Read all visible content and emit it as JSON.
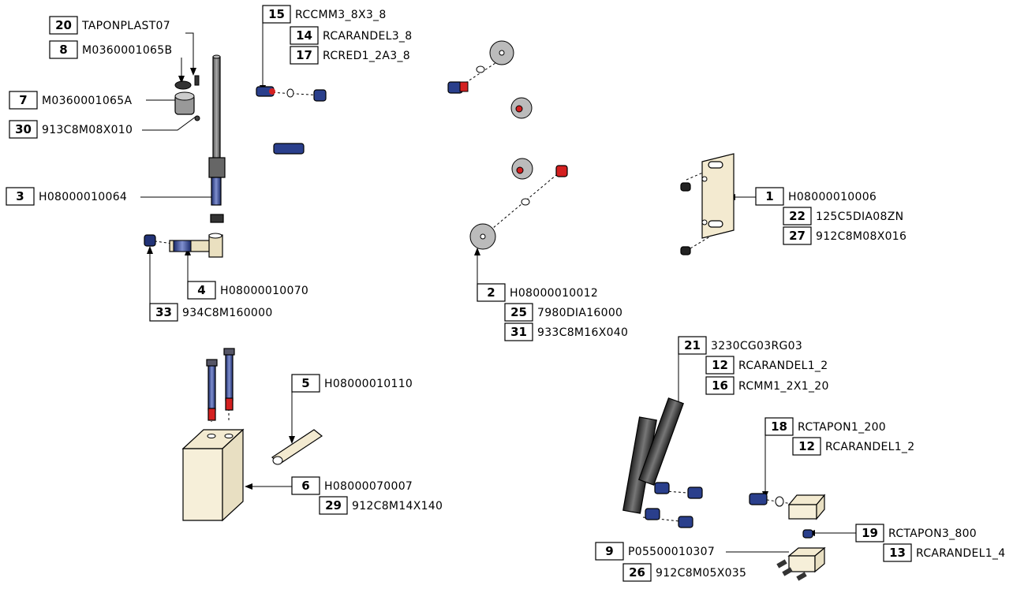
{
  "callouts": [
    {
      "id": "c20",
      "num": "20",
      "code": "TAPONPLAST07"
    },
    {
      "id": "c8",
      "num": "8",
      "code": "M0360001065B"
    },
    {
      "id": "c7",
      "num": "7",
      "code": "M0360001065A"
    },
    {
      "id": "c30",
      "num": "30",
      "code": "913C8M08X010"
    },
    {
      "id": "c3",
      "num": "3",
      "code": "H08000010064"
    },
    {
      "id": "c4",
      "num": "4",
      "code": "H08000010070"
    },
    {
      "id": "c33",
      "num": "33",
      "code": "934C8M160000"
    },
    {
      "id": "c15",
      "num": "15",
      "code": "RCCMM3_8X3_8"
    },
    {
      "id": "c14",
      "num": "14",
      "code": "RCARANDEL3_8"
    },
    {
      "id": "c17",
      "num": "17",
      "code": "RCRED1_2A3_8"
    },
    {
      "id": "c2",
      "num": "2",
      "code": "H08000010012"
    },
    {
      "id": "c25",
      "num": "25",
      "code": "7980DIA16000"
    },
    {
      "id": "c31",
      "num": "31",
      "code": "933C8M16X040"
    },
    {
      "id": "c1",
      "num": "1",
      "code": "H08000010006"
    },
    {
      "id": "c22",
      "num": "22",
      "code": "125C5DIA08ZN"
    },
    {
      "id": "c27",
      "num": "27",
      "code": "912C8M08X016"
    },
    {
      "id": "c5",
      "num": "5",
      "code": "H08000010110"
    },
    {
      "id": "c6",
      "num": "6",
      "code": "H08000070007"
    },
    {
      "id": "c29",
      "num": "29",
      "code": "912C8M14X140"
    },
    {
      "id": "c21",
      "num": "21",
      "code": "3230CG03RG03"
    },
    {
      "id": "c12a",
      "num": "12",
      "code": "RCARANDEL1_2"
    },
    {
      "id": "c16",
      "num": "16",
      "code": "RCMM1_2X1_20"
    },
    {
      "id": "c18",
      "num": "18",
      "code": "RCTAPON1_200"
    },
    {
      "id": "c12b",
      "num": "12",
      "code": "RCARANDEL1_2"
    },
    {
      "id": "c19",
      "num": "19",
      "code": "RCTAPON3_800"
    },
    {
      "id": "c13",
      "num": "13",
      "code": "RCARANDEL1_4"
    },
    {
      "id": "c9",
      "num": "9",
      "code": "P05500010307"
    },
    {
      "id": "c26",
      "num": "26",
      "code": "912C8M05X035"
    }
  ],
  "colors": {
    "cream": "#f3ead0",
    "metal": "#7a7a7a",
    "dark": "#333333",
    "blue": "#2a3f8c",
    "red": "#d42020"
  }
}
